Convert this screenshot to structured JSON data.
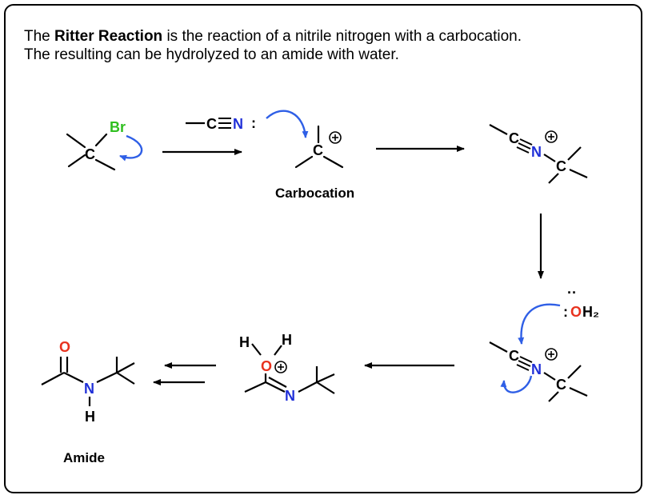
{
  "intro": {
    "prefix": "The ",
    "name": "Ritter Reaction",
    "rest": " is the reaction of a nitrile nitrogen with a carbocation.",
    "line2": "The resulting can be hydrolyzed to an amide with water."
  },
  "labels": {
    "carbocation": "Carbocation",
    "amide": "Amide"
  },
  "atoms": {
    "c": "C",
    "br": "Br",
    "n": "N",
    "o": "O",
    "h": "H",
    "oh2_o": "O",
    "oh2_h2": "H₂",
    "lone_pair": ":",
    "lone_pair_dots": "··",
    "plus": "+"
  },
  "colors": {
    "bromine": "#2fbf1f",
    "nitrogen": "#1f2fd8",
    "oxygen": "#e8321e",
    "arrow_blue": "#2f5fe6",
    "bond": "#000000"
  }
}
